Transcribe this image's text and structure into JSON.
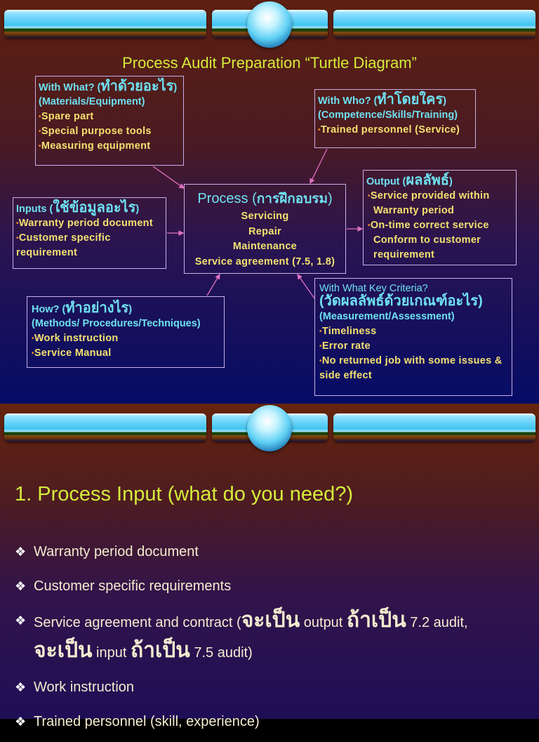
{
  "slide1": {
    "title": "Process Audit Preparation “Turtle Diagram”",
    "with_what": {
      "heading": "With What? (",
      "heading_thai": "ทำด้วยอะไร",
      "heading_close": ")",
      "subheading": "(Materials/Equipment)",
      "items": [
        "Spare part",
        "Special purpose tools",
        "Measuring equipment"
      ]
    },
    "with_who": {
      "heading": "With Who? (",
      "heading_thai": "ทำโดยใคร",
      "heading_close": ")",
      "subheading": "(Competence/Skills/Training)",
      "items": [
        "Trained personnel (Service)"
      ]
    },
    "inputs": {
      "heading": "Inputs (",
      "heading_thai": "ใช้ข้อมูลอะไร",
      "heading_close": ")",
      "items": [
        "Warranty period document",
        "Customer specific requirement"
      ]
    },
    "process": {
      "heading": "Process (",
      "heading_thai": "การฝึกอบรม",
      "heading_close": ")",
      "items": [
        "Servicing",
        "Repair",
        "Maintenance",
        "Service agreement (7.5, 1.8)"
      ]
    },
    "output": {
      "heading": "Output (",
      "heading_thai": "ผลลัพธ์",
      "heading_close": ")",
      "items": [
        "Service provided within Warranty period",
        "On-time correct service Conform to customer requirement"
      ]
    },
    "how": {
      "heading": "How? (",
      "heading_thai": "ทำอย่างไร",
      "heading_close": ")",
      "subheading": "(Methods/ Procedures/Techniques)",
      "items": [
        "Work instruction",
        "Service Manual"
      ]
    },
    "criteria": {
      "heading": "With What Key Criteria?",
      "heading_thai": "(วัดผลลัพธ์ด้วยเกณฑ์อะไร)",
      "subheading": "(Measurement/Assessment)",
      "items": [
        "Timeliness",
        "Error rate",
        "No returned job with some issues & side effect"
      ]
    }
  },
  "slide2": {
    "title": "1. Process Input (what do you need?)",
    "bullets": [
      {
        "text": "Warranty period document"
      },
      {
        "text": "Customer specific requirements"
      },
      {
        "part1": "Service agreement and contract (",
        "thai1": "จะเป็น",
        "part2": " output ",
        "thai2": "ถ้าเป็น",
        "part3": " 7.2 audit,",
        "thai3": "จะเป็น",
        "part4": " input ",
        "thai4": "ถ้าเป็น",
        "part5": " 7.5 audit)"
      },
      {
        "text": "Work instruction"
      },
      {
        "text": "Trained personnel (skill, experience)"
      }
    ],
    "bullet_glyph": "❖"
  },
  "colors": {
    "title": "#d4ec3a",
    "heading": "#6ee0f0",
    "item_text": "#f4e070",
    "bullet_dot": "#f08a30",
    "box_border": "#c8b0e8",
    "arrow": "#e070c0"
  }
}
